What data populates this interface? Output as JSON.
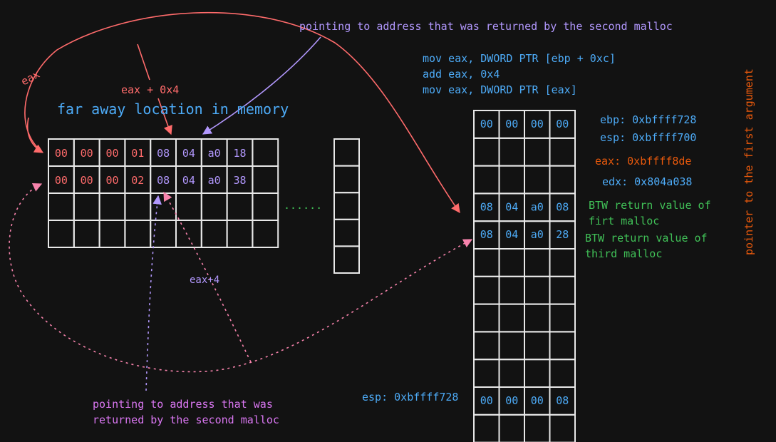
{
  "colors": {
    "background": "#121212",
    "grid": "#e8e8e8",
    "red": "#ff6b6b",
    "violet": "#b197fc",
    "blue": "#4dabf7",
    "green": "#40c057",
    "orange": "#e8590c",
    "salmon": "#ff8787",
    "pink": "#f783ac"
  },
  "labels": {
    "top_pointer_note": "pointing to address that was returned by the second malloc",
    "bottom_pointer_note_line1": "pointing to address that was",
    "bottom_pointer_note_line2": "returned by the second malloc",
    "far_away": "far away location in memory",
    "eax": "eax",
    "eax_plus_0x4": "eax + 0x4",
    "eax_plus_4": "eax+4",
    "dots": "......",
    "asm_line1": "mov eax, DWORD PTR [ebp + 0xc]",
    "asm_line2": "add eax, 0x4",
    "asm_line3": "mov eax, DWORD PTR [eax]",
    "ebp_reg": "ebp: 0xbffff728",
    "esp_reg": "esp: 0xbffff700",
    "eax_reg": "eax: 0xbffff8de",
    "edx_reg": "edx: 0x804a038",
    "note_first_line1": "BTW return value of",
    "note_first_line2": "firt malloc",
    "note_third_line1": "BTW return value of",
    "note_third_line2": "third malloc",
    "esp_bottom": "esp: 0xbffff728",
    "side_note": "pointer to the first argument"
  },
  "memory_grid": {
    "row1": [
      "00",
      "00",
      "00",
      "01",
      "08",
      "04",
      "a0",
      "18"
    ],
    "row2": [
      "00",
      "00",
      "00",
      "02",
      "08",
      "04",
      "a0",
      "38"
    ]
  },
  "stack": {
    "row_top": [
      "00",
      "00",
      "00",
      "00"
    ],
    "row_first_malloc": [
      "08",
      "04",
      "a0",
      "08"
    ],
    "row_third_malloc": [
      "08",
      "04",
      "a0",
      "28"
    ],
    "row_esp": [
      "00",
      "00",
      "00",
      "08"
    ]
  }
}
